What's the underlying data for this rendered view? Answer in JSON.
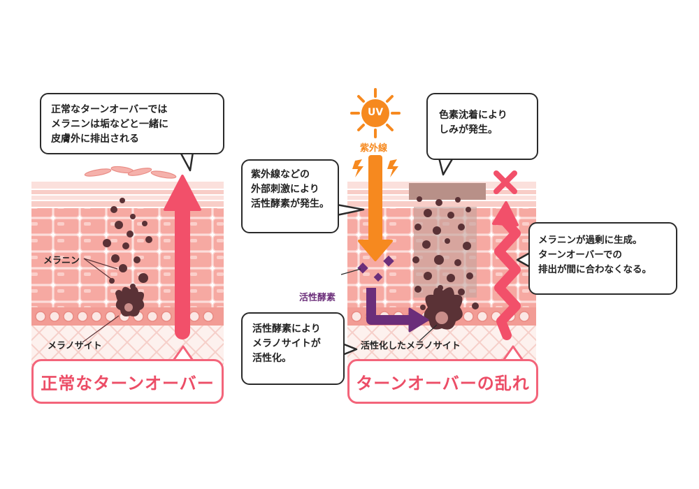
{
  "left": {
    "bubble": "正常なターンオーバーでは\nメラニンは垢などと一緒に\n皮膚外に排出される",
    "label_melanin": "メラニン",
    "label_melanocyte": "メラノサイト",
    "banner": "正常なターンオーバー"
  },
  "right": {
    "uv_badge": "UV",
    "uv_label": "紫外線",
    "bubble_uv": "紫外線などの\n外部刺激により\n活性酵素が発生。",
    "bubble_stain": "色素沈着により\nしみが発生。",
    "bubble_activation": "活性酵素により\nメラノサイトが\n活性化。",
    "bubble_overproduction": "メラニンが過剰に生成。\nターンオーバーでの\n排出が間に合わなくなる。",
    "label_active_enzyme": "活性酵素",
    "label_active_melanocyte": "活性化したメラノサイト",
    "banner": "ターンオーバーの乱れ"
  },
  "colors": {
    "skin_light": "#fbe3e0",
    "skin_mid": "#f7b8b2",
    "skin_dark": "#f29c95",
    "arrow_pink": "#f2506a",
    "uv_orange": "#f6891f",
    "enzyme_purple": "#6b2e7a",
    "melanin_brown": "#5a3236",
    "text_dark": "#222222"
  }
}
